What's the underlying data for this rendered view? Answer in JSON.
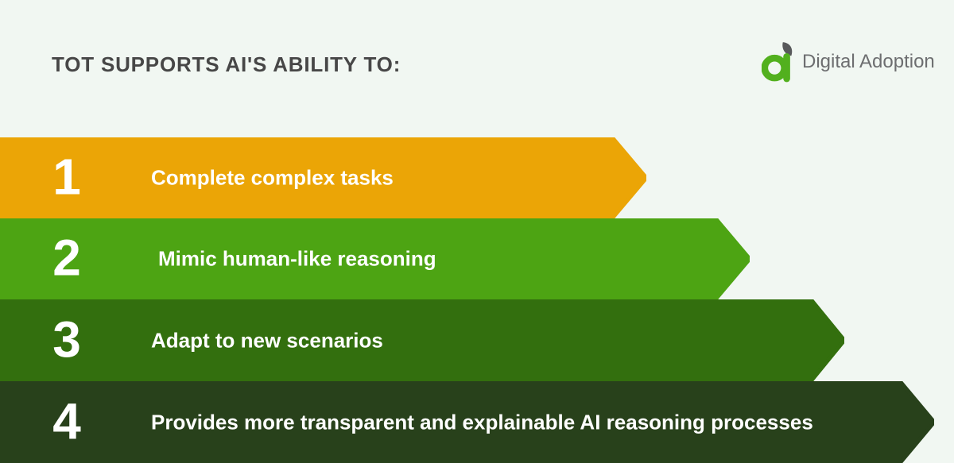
{
  "background_color": "#F1F7F2",
  "header": {
    "title": "TOT SUPPORTS AI'S ABILITY TO:",
    "title_color": "#474747",
    "logo": {
      "text": "Digital Adoption",
      "text_color": "#6D6E70",
      "mark_green": "#52B01E",
      "leaf_gray": "#58595B"
    }
  },
  "text_color_on_bars": "#FFFFFF",
  "steps": [
    {
      "number": "1",
      "label": "Complete complex tasks",
      "color": "#EBA506"
    },
    {
      "number": "2",
      "label": "Mimic human-like reasoning",
      "color": "#4DA413"
    },
    {
      "number": "3",
      "label": "Adapt to new scenarios",
      "color": "#336F0E"
    },
    {
      "number": "4",
      "label": "Provides more transparent and explainable AI reasoning processes",
      "color": "#28411B"
    }
  ]
}
